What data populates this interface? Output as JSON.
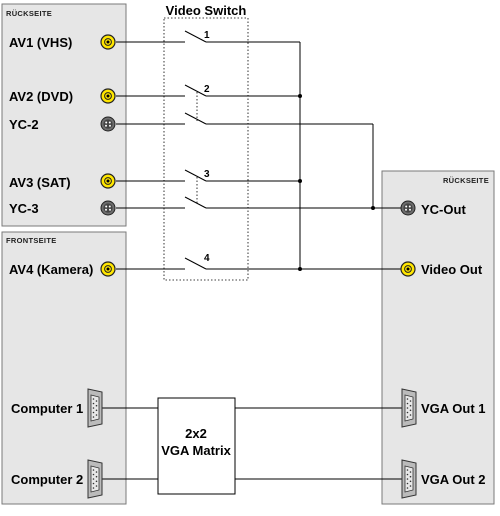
{
  "back_panel_left": {
    "header": "RÜCKSEITE"
  },
  "front_panel": {
    "header": "FRONTSEITE"
  },
  "back_panel_right": {
    "header": "RÜCKSEITE"
  },
  "video_switch": {
    "title": "Video Switch",
    "switch_numbers": [
      "1",
      "2",
      "3",
      "4"
    ]
  },
  "inputs": {
    "av1": "AV1 (VHS)",
    "av2": "AV2 (DVD)",
    "yc2": "YC-2",
    "av3": "AV3 (SAT)",
    "yc3": "YC-3",
    "av4": "AV4 (Kamera)",
    "computer1": "Computer 1",
    "computer2": "Computer 2"
  },
  "outputs": {
    "yc_out": "YC-Out",
    "video_out": "Video Out",
    "vga_out1": "VGA Out 1",
    "vga_out2": "VGA Out 2"
  },
  "matrix": {
    "line1": "2x2",
    "line2": "VGA Matrix"
  },
  "colors": {
    "panel_fill": "#e6e6e6",
    "rca_yellow": "#ffe600",
    "svideo_gray": "#6e6e6e"
  }
}
